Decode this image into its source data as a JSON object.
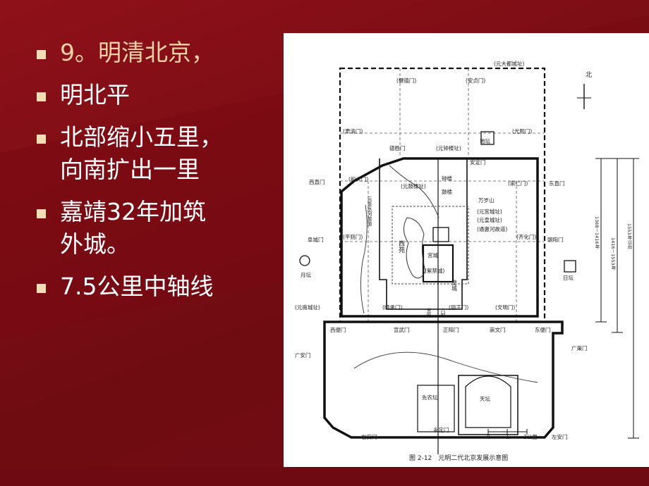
{
  "slide": {
    "bullets": [
      "9。明清北京，",
      "明北平",
      "北部缩小五里，\n向南扩出一里",
      "嘉靖32年加筑\n外城。",
      "7.5公里中轴线"
    ]
  },
  "map": {
    "north": "北",
    "labels": {
      "yuan_dadu": "(元大都城址)",
      "jiande": "(健德门)",
      "anzhen": "(安贞门)",
      "suqing": "(肃清门)",
      "guangxi": "(光熙门)",
      "deshengmen": "德胜门",
      "yuan_zhonglou": "(元钟楼址)",
      "ditan": "地坛",
      "andingmen": "安定门",
      "xizhimen": "西直门",
      "heyi": "(和义门)",
      "yuan_gulou": "(元鼓楼址)",
      "zhonglou": "钟楼",
      "gulou": "鼓楼",
      "chongren": "(崇仁门)",
      "dongzhimen": "东直门",
      "wansuishan": "万岁山",
      "yuan_gongcheng": "(元宫城址)",
      "yuan_huangcheng": "(元皇城址)",
      "tonghui": "(通惠河故道)",
      "jinshui": "元金水河故道",
      "fuchengmen": "阜城门",
      "pingze": "(平则门)",
      "qihua": "(齐化门)",
      "chaoyangmen": "朝阳门",
      "xiyuan": "西苑",
      "gongcheng": "宫城",
      "zijincheng": "(紫禁城)",
      "huangcheng": "皇城",
      "yuetan": "月坛",
      "ritan": "日坛",
      "yuan_nancheng": "(元南城址)",
      "shuncheng": "(顺承门)",
      "wufu": "五府",
      "liubu": "六部",
      "lizheng": "(丽正门)",
      "wenming": "(文明门)",
      "xibianmen": "西便门",
      "xuanwumen": "宣武门",
      "zhengyangmen": "正阳门",
      "chongwenmen": "崇文门",
      "dongbianmen": "东便门",
      "guanganmen": "广安门",
      "guangqumen": "广渠门",
      "xiannongtan": "先农坛",
      "tiantan": "天坛",
      "youanmen": "右安门",
      "yongdingmen": "永定门",
      "zuoanmen": "左安门",
      "scale_0": "0",
      "scale_1": "1",
      "scale_2": "2公里",
      "dim_1": "1368－1416年",
      "dim_2": "1416－1553年",
      "dim_3": "1553年以后"
    },
    "caption": "图 2-12　元明二代北京发展示意图"
  }
}
